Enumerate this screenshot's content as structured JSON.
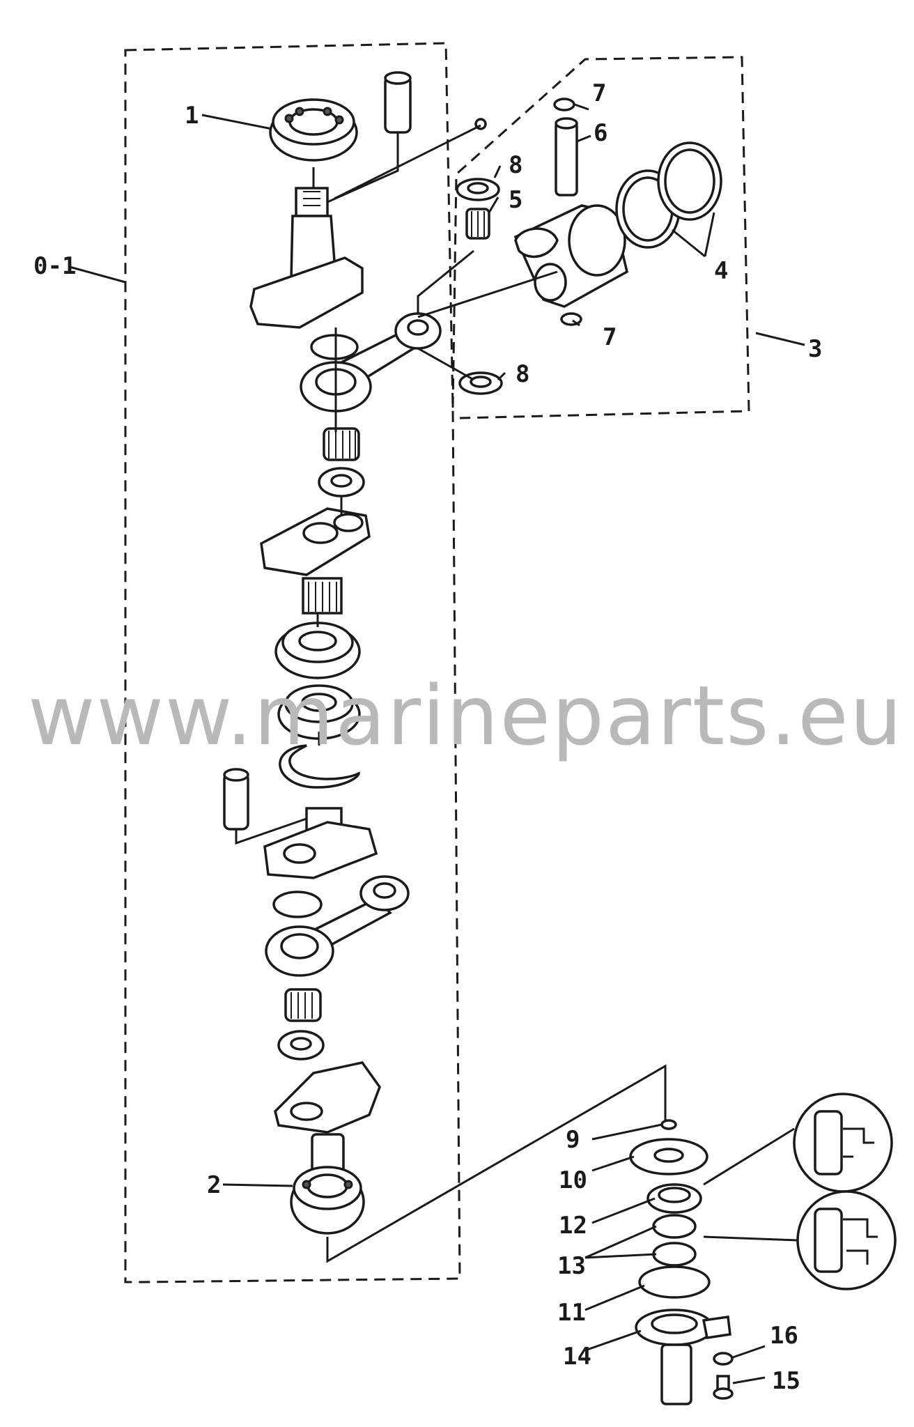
{
  "watermark": "www.marineparts.eu",
  "callouts": {
    "c0_1": "0-1",
    "c1": "1",
    "c2": "2",
    "c3": "3",
    "c4": "4",
    "c5": "5",
    "c6": "6",
    "c7a": "7",
    "c7b": "7",
    "c8a": "8",
    "c8b": "8",
    "c9": "9",
    "c10": "10",
    "c11": "11",
    "c12": "12",
    "c13": "13",
    "c14": "14",
    "c15": "15",
    "c16": "16"
  }
}
